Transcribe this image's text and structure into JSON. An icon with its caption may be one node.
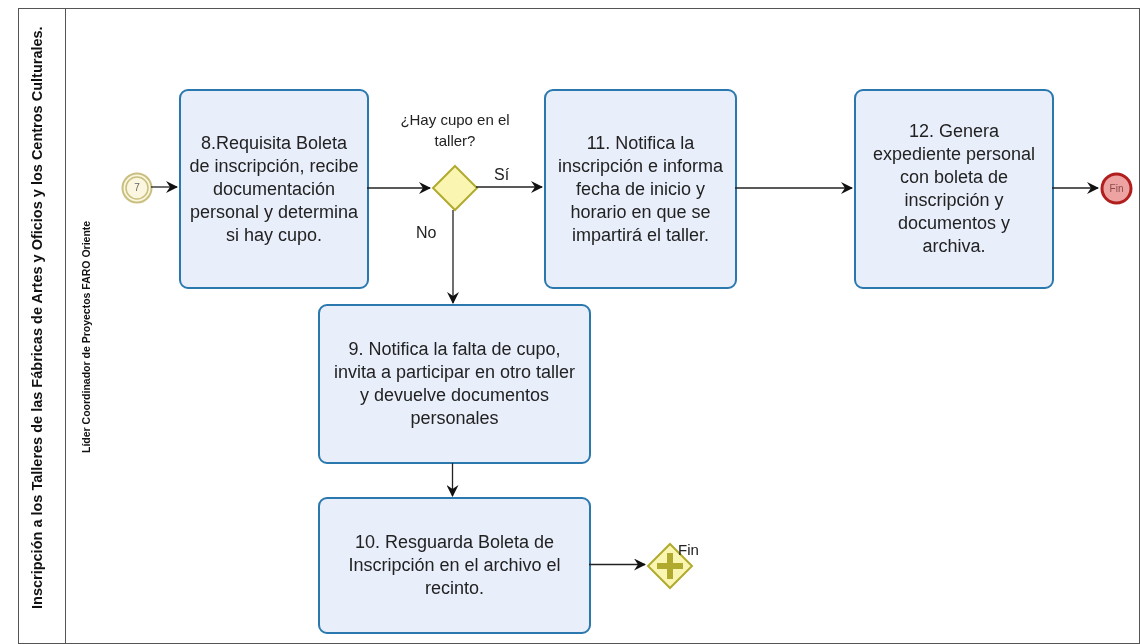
{
  "diagram": {
    "nodes": [
      {
        "text": [
          "Inscripción a los Talleres de las Fábricas de Artes y Oficios y los Centros Culturales."
        ]
      },
      {
        "text": [
          "Líder Coordinador de Proyectos FARO Oriente"
        ],
        "in": 0
      },
      {
        "text": [
          "7"
        ],
        "in": 1
      },
      {
        "text": [
          "8.Requisita Boleta de inscripción, recibe documentación personal y determina si hay cupo."
        ],
        "in": 1
      },
      {
        "text": [
          "¿Hay cupo en el taller?"
        ],
        "in": 1
      },
      {
        "text": [
          "11.  Notifica la inscripción e informa fecha de inicio y horario en que se impartirá el taller."
        ],
        "in": 1
      },
      {
        "text": [
          "12. Genera expediente personal con boleta de inscripción y documentos y archiva."
        ],
        "in": 1
      },
      {
        "text": [
          "Fin"
        ],
        "in": 1
      },
      {
        "text": [
          "9. Notifica la falta de cupo, invita a participar en otro taller y devuelve documentos personales"
        ],
        "in": 1
      },
      {
        "text": [
          "10. Resguarda Boleta de Inscripción en el archivo el recinto."
        ],
        "in": 1
      },
      {
        "text": [
          "Fin"
        ],
        "in": 1
      }
    ],
    "edges": [
      {
        "from": 2,
        "to": 3,
        "arrow": "to"
      },
      {
        "from": 3,
        "to": 4,
        "arrow": "to"
      },
      {
        "from": 4,
        "to": 5,
        "arrow": "to",
        "label": "Sí"
      },
      {
        "from": 5,
        "to": 6,
        "arrow": "to"
      },
      {
        "from": 6,
        "to": 7,
        "arrow": "to"
      },
      {
        "from": 4,
        "to": 8,
        "arrow": "to",
        "label": "No"
      },
      {
        "from": 8,
        "to": 9,
        "arrow": "to"
      },
      {
        "from": 9,
        "to": 10,
        "arrow": "to"
      }
    ]
  }
}
